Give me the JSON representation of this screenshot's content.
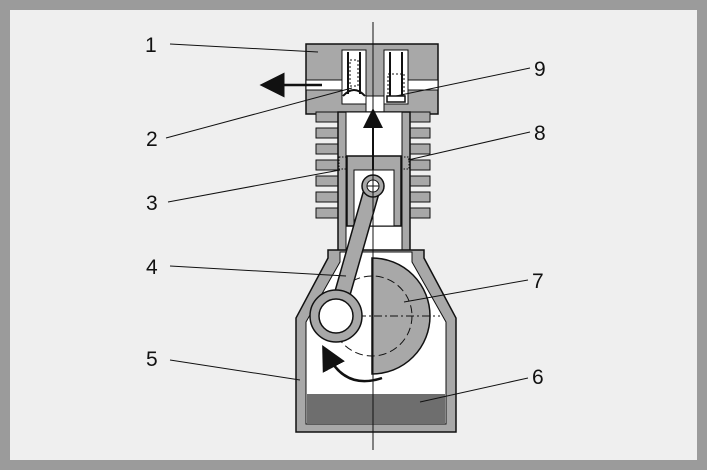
{
  "diagram": {
    "callouts": [
      {
        "id": "1",
        "label": "1"
      },
      {
        "id": "2",
        "label": "2"
      },
      {
        "id": "3",
        "label": "3"
      },
      {
        "id": "4",
        "label": "4"
      },
      {
        "id": "5",
        "label": "5"
      },
      {
        "id": "6",
        "label": "6"
      },
      {
        "id": "7",
        "label": "7"
      },
      {
        "id": "8",
        "label": "8"
      },
      {
        "id": "9",
        "label": "9"
      }
    ],
    "colors": {
      "frame": "#9b9b9b",
      "background": "#efefef",
      "metal": "#a8a8a8",
      "interior": "#ffffff",
      "oil": "#6e6e6e",
      "outline": "#111111"
    }
  }
}
